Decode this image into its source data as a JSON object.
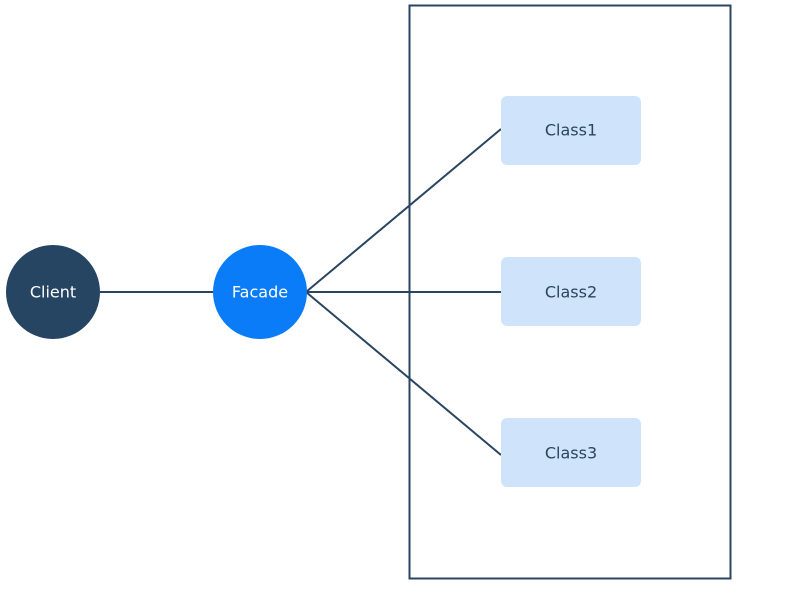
{
  "colors": {
    "background": "#ffffff",
    "line": "#2a4560",
    "client_fill": "#264563",
    "client_text": "#ffffff",
    "facade_fill": "#0a7cf8",
    "facade_text": "#ffffff",
    "class_fill": "#cfe4fb",
    "class_text": "#2a4560",
    "container_stroke": "#2a4560"
  },
  "nodes": {
    "client": {
      "label": "Client"
    },
    "facade": {
      "label": "Facade"
    },
    "classes": [
      {
        "label": "Class1"
      },
      {
        "label": "Class2"
      },
      {
        "label": "Class3"
      }
    ]
  }
}
